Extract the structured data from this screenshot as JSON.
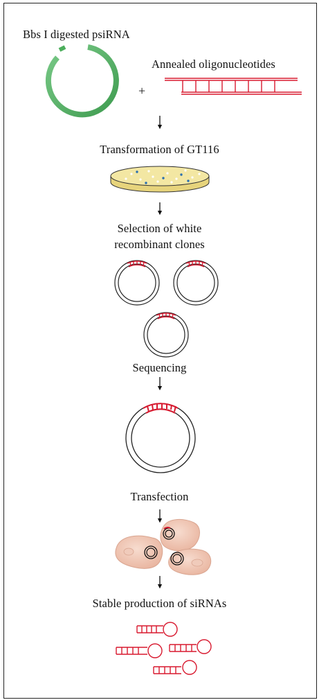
{
  "labels": {
    "vector": "Bbs I digested psiRNA",
    "oligos": "Annealed oligonucleotides",
    "plus": "+",
    "transformation": "Transformation of GT116",
    "selection_line1": "Selection of white",
    "selection_line2": "recombinant clones",
    "sequencing": "Sequencing",
    "transfection": "Transfection",
    "production": "Stable production of siRNAs"
  },
  "colors": {
    "vector_green": "#4cae5c",
    "insert_red": "#d8192f",
    "plate_fill": "#f3e7a3",
    "cell_fill": "#efc3b0",
    "border": "#222222"
  },
  "icons": [
    "open-plasmid-icon",
    "duplex-oligo-icon",
    "petri-dish-icon",
    "plasmid-icon",
    "cell-icon",
    "hairpin-sirna-icon",
    "down-arrow-icon"
  ]
}
